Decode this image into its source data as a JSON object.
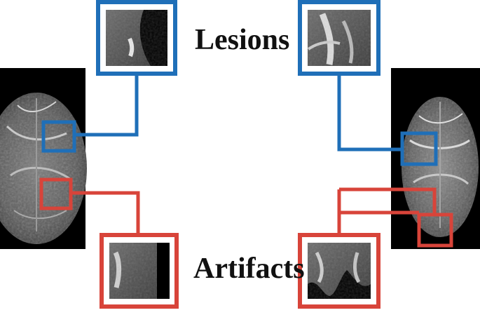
{
  "labels": {
    "lesions": "Lesions",
    "artifacts": "Artifacts"
  },
  "colors": {
    "lesion": "#1f6fb8",
    "artifact": "#d8443a",
    "background": "#ffffff",
    "scan_background": "#000000"
  },
  "scans": [
    {
      "id": "left-brain-scan"
    },
    {
      "id": "right-brain-scan"
    }
  ]
}
